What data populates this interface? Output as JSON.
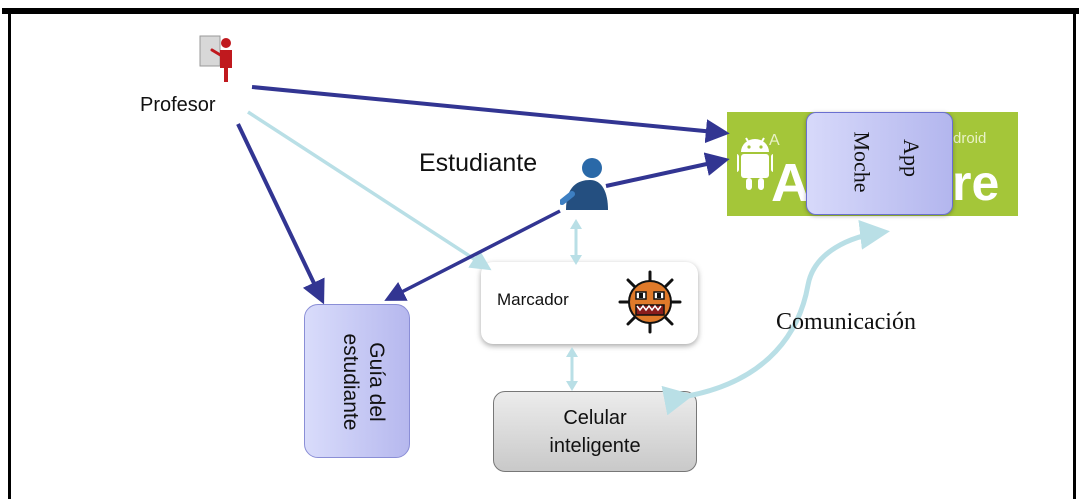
{
  "nodes": {
    "profesor": "Profesor",
    "estudiante": "Estudiante",
    "marcador": "Marcador",
    "guia_line1": "Guía del",
    "guia_line2": "estudiante",
    "celular_line1": "Celular",
    "celular_line2": "inteligente",
    "moche_line1": "Moche",
    "moche_line2": "App",
    "comunicacion": "Comunicación"
  },
  "app_store": {
    "faint_left": "A",
    "faint_right": "droid",
    "big_left": "A",
    "big_right": "re"
  },
  "colors": {
    "arrow_dark": "#323592",
    "arrow_light": "#b9dfe6",
    "store_green": "#a4c639",
    "box_lavender": "#c8cbf5"
  },
  "icons": [
    "teacher-icon",
    "student-icon",
    "android-robot-icon",
    "marker-monster-icon"
  ]
}
